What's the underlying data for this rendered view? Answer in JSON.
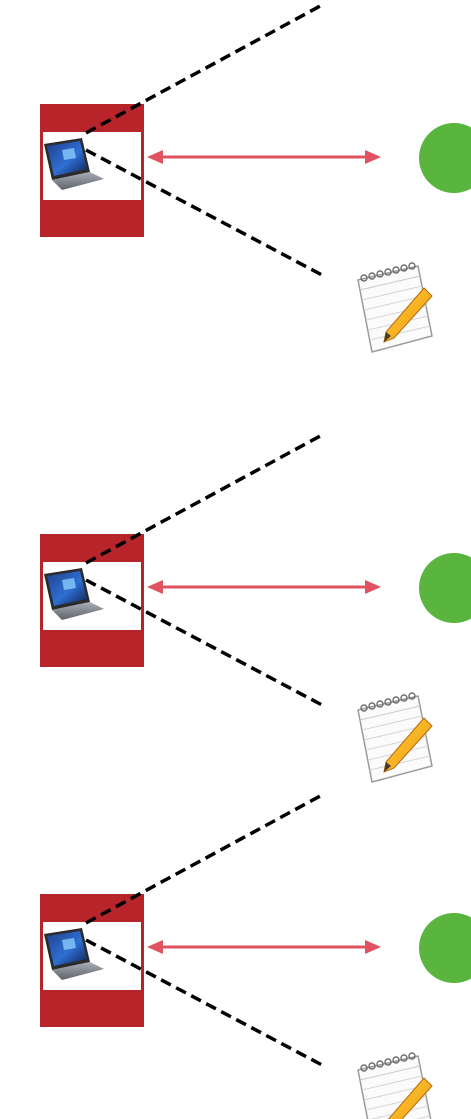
{
  "diagram": {
    "colors": {
      "frame": "#b7252b",
      "arrow": "#e0525f",
      "dashed_line": "#000000",
      "status_dot": "#5ab53f"
    },
    "icons": [
      "laptop-icon",
      "status-dot-icon",
      "notepad-pencil-icon"
    ],
    "groups": [
      {
        "id": "group-1"
      },
      {
        "id": "group-2"
      },
      {
        "id": "group-3"
      }
    ]
  }
}
